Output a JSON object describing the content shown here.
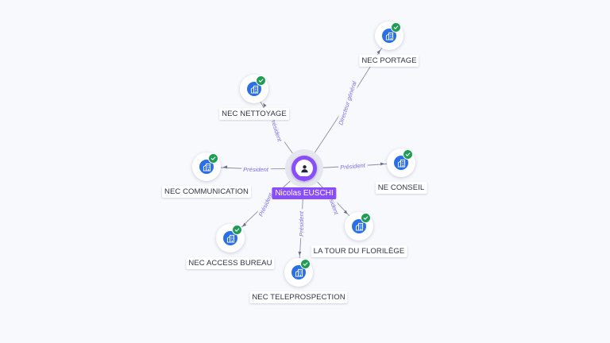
{
  "center": {
    "name": "Nicolas EUSCHI",
    "icon": "person-icon"
  },
  "companies": [
    {
      "id": "nec-portage",
      "name": "NEC PORTAGE",
      "role": "Directeur général",
      "icon": "building-icon",
      "status_icon": "check-icon"
    },
    {
      "id": "nec-nettoyage",
      "name": "NEC NETTOYAGE",
      "role": "Président",
      "icon": "building-icon",
      "status_icon": "check-icon"
    },
    {
      "id": "nec-communication",
      "name": "NEC COMMUNICATION",
      "role": "Président",
      "icon": "building-icon",
      "status_icon": "check-icon"
    },
    {
      "id": "ne-conseil",
      "name": "NE CONSEIL",
      "role": "Président",
      "icon": "building-icon",
      "status_icon": "check-icon"
    },
    {
      "id": "la-tour-du-florilege",
      "name": "LA TOUR DU FLORILÈGE",
      "role": "Président",
      "icon": "building-icon",
      "status_icon": "check-icon"
    },
    {
      "id": "nec-access-bureau",
      "name": "NEC ACCESS BUREAU",
      "role": "Président",
      "icon": "building-icon",
      "status_icon": "check-icon"
    },
    {
      "id": "nec-teleprospection",
      "name": "NEC TELEPROSPECTION",
      "role": "Président",
      "icon": "building-icon",
      "status_icon": "check-icon"
    }
  ],
  "colors": {
    "center": "#8a4dfa",
    "company_icon": "#2a6ee8",
    "status_ok": "#1f9d55",
    "edge_label": "#7b6fe0",
    "background": "#f8f9fd"
  }
}
